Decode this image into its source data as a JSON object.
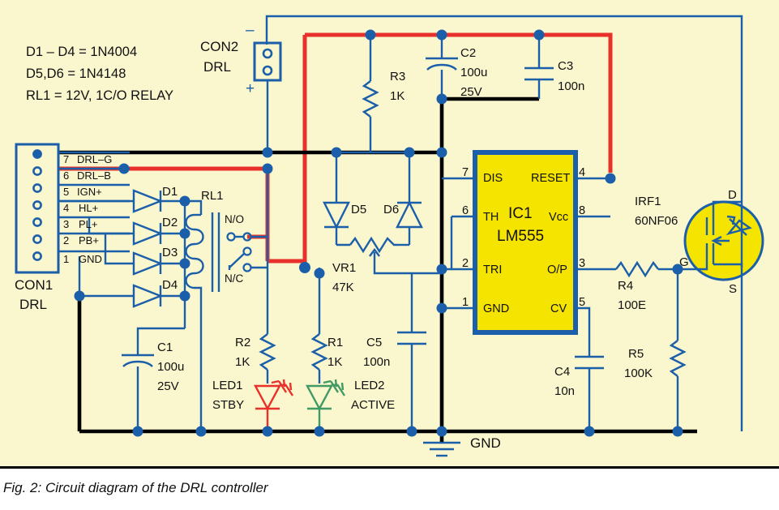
{
  "figure": {
    "caption": "Fig. 2: Circuit diagram of the DRL controller"
  },
  "colors": {
    "background": "#faf6cd",
    "wire_blue": "#1b5faa",
    "wire_red": "#e8312a",
    "wire_black": "#000000",
    "ic_fill": "#f5e400",
    "led_red": "#e8312a",
    "led_green": "#3f9a63"
  },
  "notes": {
    "line1": "D1 – D4 = 1N4004",
    "line2": "D5,D6 = 1N4148",
    "line3": "RL1 = 12V, 1C/O RELAY"
  },
  "connectors": {
    "con1": {
      "name": "CON1",
      "sub": "DRL",
      "pins": [
        {
          "num": "7",
          "label": "DRL–G"
        },
        {
          "num": "6",
          "label": "DRL–B"
        },
        {
          "num": "5",
          "label": "IGN+"
        },
        {
          "num": "4",
          "label": "HL+"
        },
        {
          "num": "3",
          "label": "PL+"
        },
        {
          "num": "2",
          "label": "PB+"
        },
        {
          "num": "1",
          "label": "GND"
        }
      ]
    },
    "con2": {
      "name": "CON2",
      "sub": "DRL",
      "minus": "–",
      "plus": "+"
    }
  },
  "ic": {
    "ref": "IC1",
    "part": "LM555",
    "pins_left": [
      {
        "num": "7",
        "name": "DIS"
      },
      {
        "num": "6",
        "name": "TH"
      },
      {
        "num": "2",
        "name": "TRI"
      },
      {
        "num": "1",
        "name": "GND"
      }
    ],
    "pins_right": [
      {
        "num": "4",
        "name": "RESET"
      },
      {
        "num": "8",
        "name": "Vcc"
      },
      {
        "num": "3",
        "name": "O/P"
      },
      {
        "num": "5",
        "name": "CV"
      }
    ]
  },
  "mosfet": {
    "ref": "IRF1",
    "part": "60NF06",
    "drain": "D",
    "gate": "G",
    "source": "S"
  },
  "relay": {
    "ref": "RL1",
    "no": "N/O",
    "nc": "N/C"
  },
  "diodes": [
    {
      "ref": "D1"
    },
    {
      "ref": "D2"
    },
    {
      "ref": "D3"
    },
    {
      "ref": "D4"
    },
    {
      "ref": "D5"
    },
    {
      "ref": "D6"
    }
  ],
  "resistors": [
    {
      "ref": "R1",
      "value": "1K"
    },
    {
      "ref": "R2",
      "value": "1K"
    },
    {
      "ref": "R3",
      "value": "1K"
    },
    {
      "ref": "R4",
      "value": "100E"
    },
    {
      "ref": "R5",
      "value": "100K"
    }
  ],
  "potentiometer": {
    "ref": "VR1",
    "value": "47K"
  },
  "capacitors": [
    {
      "ref": "C1",
      "value": "100u",
      "rating": "25V"
    },
    {
      "ref": "C2",
      "value": "100u",
      "rating": "25V"
    },
    {
      "ref": "C3",
      "value": "100n",
      "rating": ""
    },
    {
      "ref": "C4",
      "value": "10n",
      "rating": ""
    },
    {
      "ref": "C5",
      "value": "100n",
      "rating": ""
    }
  ],
  "leds": [
    {
      "ref": "LED1",
      "label": "STBY"
    },
    {
      "ref": "LED2",
      "label": "ACTIVE"
    }
  ],
  "ground": {
    "label": "GND"
  }
}
